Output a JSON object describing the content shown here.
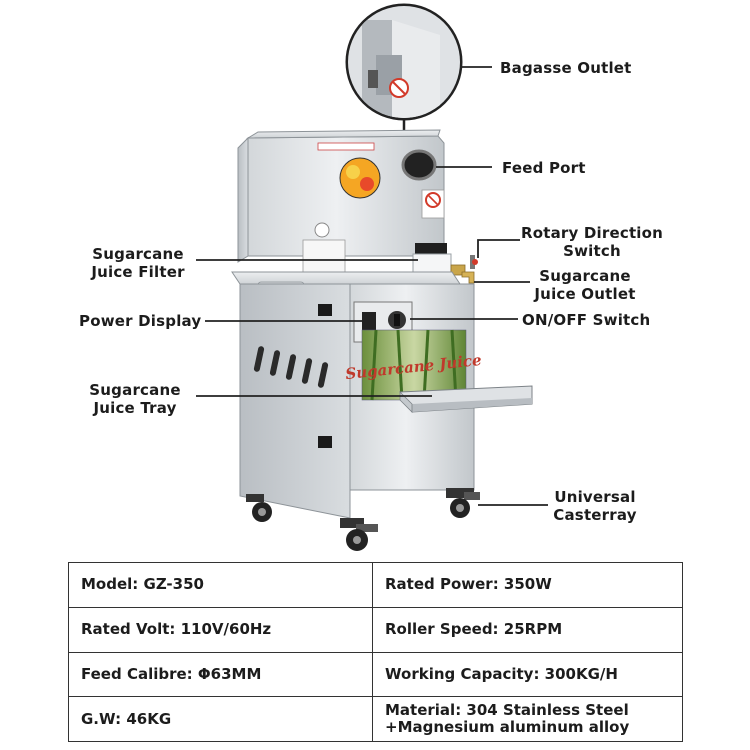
{
  "callouts": {
    "bagasse_outlet": "Bagasse Outlet",
    "feed_port": "Feed Port",
    "rotary_switch": "Rotary Direction\nSwitch",
    "juice_filter": "Sugarcane\nJuice Filter",
    "juice_outlet": "Sugarcane\nJuice Outlet",
    "power_display": "Power Display",
    "on_off_switch": "ON/OFF Switch",
    "juice_tray": "Sugarcane\nJuice Tray",
    "casters": "Universal\nCasterray"
  },
  "machine": {
    "panel_text": "Sugarcane Juice"
  },
  "specs": [
    [
      "Model:  GZ-350",
      "Rated Power: 350W"
    ],
    [
      "Rated Volt: 110V/60Hz",
      "Roller Speed: 25RPM"
    ],
    [
      "Feed Calibre: Φ63MM",
      "Working Capacity: 300KG/H"
    ],
    [
      "G.W: 46KG",
      "Material: 304 Stainless Steel\n+Magnesium aluminum alloy"
    ]
  ],
  "colors": {
    "steel_light": "#e6e8ea",
    "steel_mid": "#c9cdd1",
    "steel_dark": "#9ea4aa",
    "warning_red": "#d23a2a",
    "cane_green": "#4f8a34"
  }
}
